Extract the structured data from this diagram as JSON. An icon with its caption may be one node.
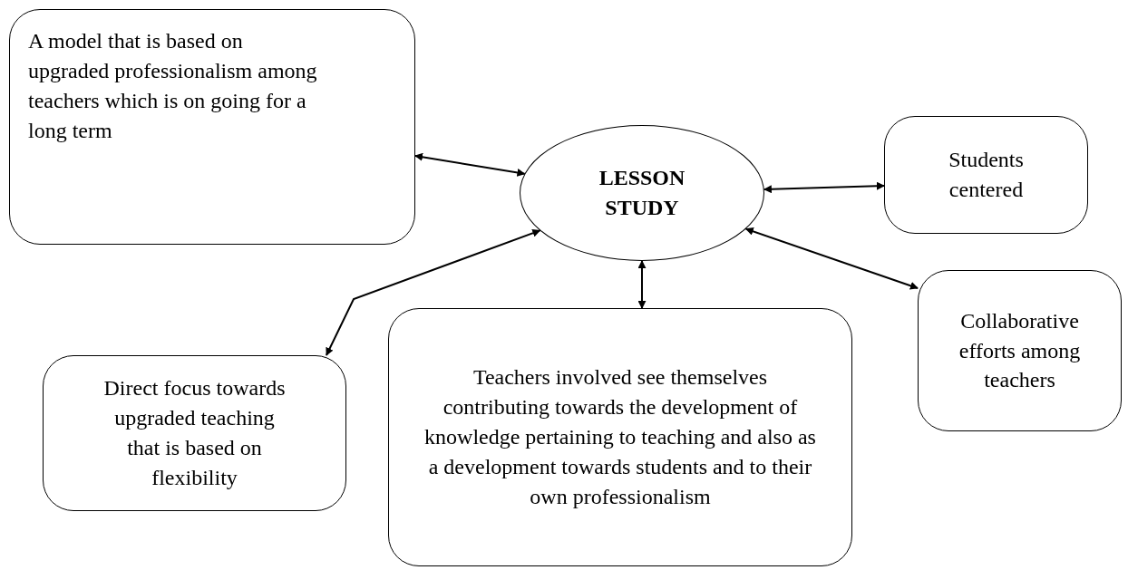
{
  "diagram": {
    "nodes": [
      {
        "text": [
          "A model that is based on upgraded professionalism among teachers which is on going for a long term"
        ]
      },
      {
        "text": [
          "LESSON STUDY"
        ]
      },
      {
        "text": [
          "Students centered"
        ]
      },
      {
        "text": [
          "Direct focus towards upgraded teaching that is based on flexibility"
        ]
      },
      {
        "text": [
          "Teachers involved see themselves contributing towards the development of knowledge pertaining to teaching and also as a development towards students and to their own professionalism"
        ]
      },
      {
        "text": [
          "Collaborative efforts among teachers"
        ]
      }
    ],
    "edges": [
      {
        "from": 0,
        "to": 1,
        "arrow": "both"
      },
      {
        "from": 1,
        "to": 2,
        "arrow": "both"
      },
      {
        "from": 1,
        "to": 3,
        "arrow": "both"
      },
      {
        "from": 1,
        "to": 4,
        "arrow": "both"
      },
      {
        "from": 1,
        "to": 5,
        "arrow": "both"
      }
    ]
  }
}
